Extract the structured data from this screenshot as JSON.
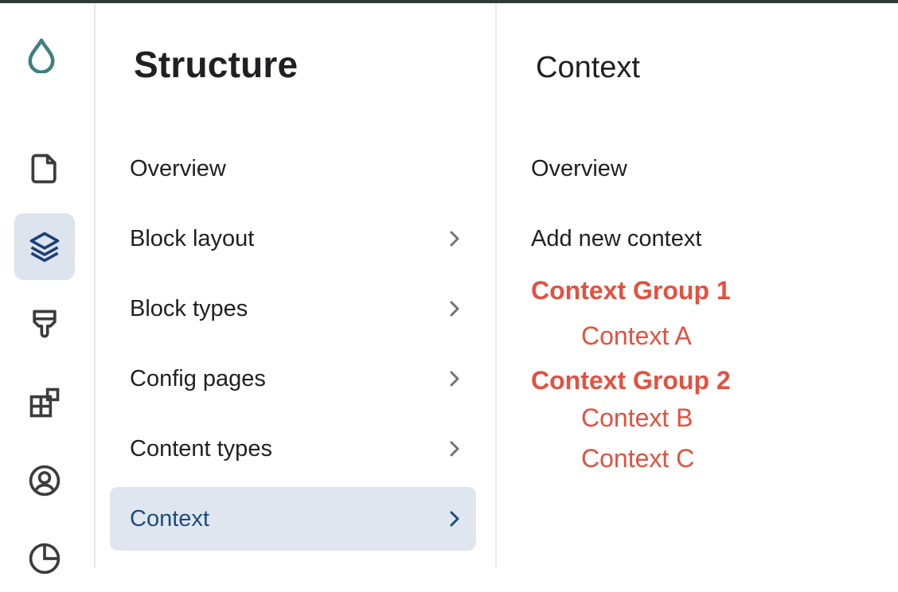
{
  "rail": {
    "logo_icon": "drupal-drop-icon",
    "items": [
      {
        "icon": "document-icon"
      },
      {
        "icon": "layers-icon",
        "active": true
      },
      {
        "icon": "paint-brush-icon"
      },
      {
        "icon": "extensions-icon"
      },
      {
        "icon": "user-circle-icon"
      },
      {
        "icon": "pie-chart-icon"
      }
    ],
    "colors": {
      "logo": "#3f7f80",
      "icon": "#3b3b40",
      "active_icon": "#1c3f7a",
      "active_bg": "#dde4ee"
    }
  },
  "structure_panel": {
    "title": "Structure",
    "items": [
      {
        "label": "Overview",
        "has_children": false
      },
      {
        "label": "Block layout",
        "has_children": true
      },
      {
        "label": "Block types",
        "has_children": true
      },
      {
        "label": "Config pages",
        "has_children": true
      },
      {
        "label": "Content types",
        "has_children": true
      },
      {
        "label": "Context",
        "has_children": true,
        "active": true
      }
    ]
  },
  "context_panel": {
    "title": "Context",
    "links": [
      "Overview",
      "Add new context"
    ],
    "groups": [
      {
        "name": "Context Group 1",
        "items": [
          "Context A"
        ]
      },
      {
        "name": "Context Group 2",
        "items": [
          "Context B",
          "Context C"
        ]
      }
    ],
    "accent_color": "#e4513f"
  }
}
